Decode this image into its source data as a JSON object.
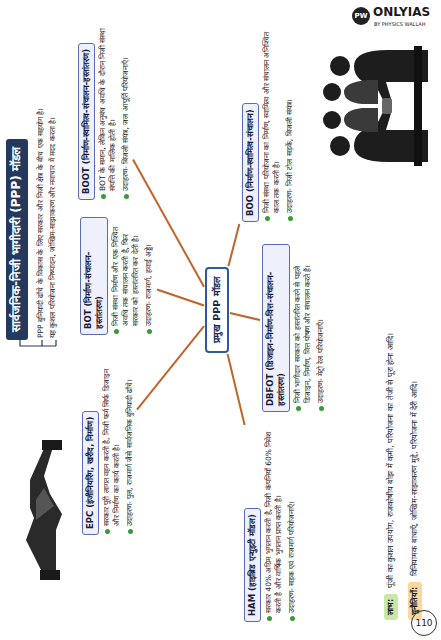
{
  "diagram": {
    "title": "सार्वजनिक-निजी भागीदारी (PPP) मॉडल",
    "nodes": [
      {
        "text": [
          "प्रमुख PPP मॉडल"
        ]
      },
      {
        "text": [
          "EPC (इंजीनियरिंग, खरीद, निर्माण)",
          "सरकार पूरी लागत वहन करती है, निजी फर्म सिर्फ डिजाइन और निर्माण का कार्य करती है।",
          "उदाहरण- पुल, राजमार्ग जैसे सार्वजनिक बुनियादी ढाँचे।"
        ]
      },
      {
        "text": [
          "BOT (निर्माण-संचालन-हस्तांतरण)",
          "निजी संस्था निर्माण और एक निश्चित अवधि तक संचालन करती है, फिर सरकार को हस्तांतरित कर देती है।",
          "उदाहरण- राजमार्ग, हवाई अड्डे।"
        ]
      },
      {
        "text": [
          "BOOT (निर्माण-स्वामित्व-संचालन-हस्तांतरण)",
          "BOT के समान, लेकिन अनुबंध अवधि के दौरान निजी संस्था संपत्ति की मालिक होती है।",
          "उदाहरण- बिजली संयंत्र, जल आपूर्ति परियोजनाएँ।"
        ]
      },
      {
        "text": [
          "HAM (हाइब्रिड एन्युइटी मॉडल)",
          "सरकार 40% अग्रिम भुगतान करती है, निजी कंपनियाँ 60% निवेश करती है और वार्षिक भुगतान प्राप्त करती है।",
          "उदाहरण- सड़क एवं राजमार्ग परियोजनाएँ।"
        ]
      },
      {
        "text": [
          "DBFOT (डिजाइन-निर्माण-वित्त-संचालन-हस्तांतरण)",
          "निजी भागीदार सरकार को हस्तांतरित करने से पहले डिजाइन, निर्माण, वित्त पोषण और संचालन करते हैं।",
          "उदाहरण- मेट्रो रेल परियोजनाएँ।"
        ]
      },
      {
        "text": [
          "BOO (निर्माण-स्वामित्व-संचालन)",
          "निजी संस्था परियोजना का निर्माण, स्वामित्व और संचालन अनिश्चित काल तक करती है।",
          "उदाहरण- निजी टोल सड़कें, बिजली संयंत्र।"
        ]
      }
    ],
    "edges": [
      {
        "from": 0,
        "to": 1,
        "arrow": "none"
      },
      {
        "from": 0,
        "to": 2,
        "arrow": "none"
      },
      {
        "from": 0,
        "to": 3,
        "arrow": "none"
      },
      {
        "from": 0,
        "to": 4,
        "arrow": "none"
      },
      {
        "from": 0,
        "to": 5,
        "arrow": "none"
      },
      {
        "from": 0,
        "to": 6,
        "arrow": "none"
      }
    ],
    "labels": [
      "PPP बुनियादी ढाँचे के विकास के लिए सरकार और निजी क्षेत्र के बीच एक सहयोग है।",
      "यह कुशल परियोजना निष्पादन, जोखिम-साझाकरण और नवाचार में मदद करता है।",
      "लाभ:",
      "पूंजी का कुशल उपयोग, राजकोषीय बोझ में कमी, परियोजना का तेजी से पूरा होना आदि।",
      "चुनौतियाँ:",
      "विनियामक बाधाएँ, जोखिम-साझाकरण मुद्दे, परियोजना में देरी आदि।",
      "PW",
      "ONLYIAS",
      "BY PHYSICS WALLAH",
      "110"
    ]
  }
}
